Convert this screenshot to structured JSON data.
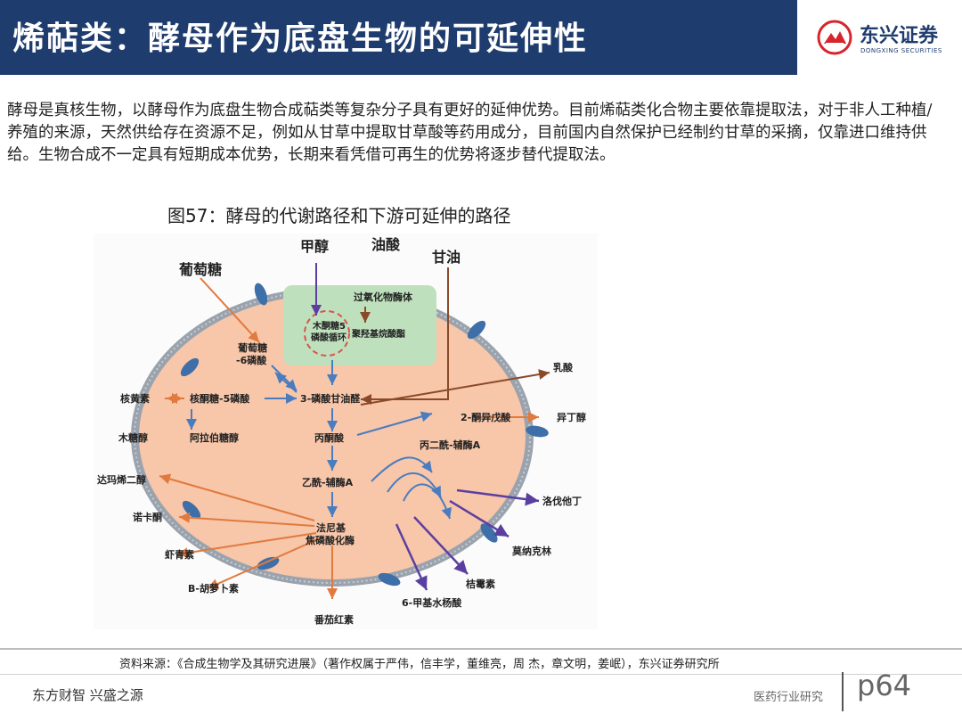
{
  "header": {
    "title": "烯萜类：酵母作为底盘生物的可延伸性"
  },
  "logo": {
    "name_cn": "东兴证券",
    "name_en": "DONGXING SECURITIES",
    "icon": "dongxing-logo-icon"
  },
  "body": {
    "paragraph": "酵母是真核生物，以酵母作为底盘生物合成萜类等复杂分子具有更好的延伸优势。目前烯萜类化合物主要依靠提取法，对于非人工种植/养殖的来源，天然供给存在资源不足，例如从甘草中提取甘草酸等药用成分，目前国内自然保护已经制约甘草的采摘，仅靠进口维持供给。生物合成不一定具有短期成本优势，长期来看凭借可再生的优势将逐步替代提取法。"
  },
  "figure": {
    "caption": "图57：酵母的代谢路径和下游可延伸的路径",
    "labels": {
      "methanol": "甲醇",
      "oleic_acid": "油酸",
      "glycerol": "甘油",
      "glucose": "葡萄糖",
      "peroxisome": "过氧化物酶体",
      "xylulose_cycle_1": "木酮糖5",
      "xylulose_cycle_2": "磷酸循环",
      "pha": "聚羟基烷酸酯",
      "g6p_1": "葡萄糖",
      "g6p_2": "-6磷酸",
      "lactic_acid": "乳酸",
      "riboflavin": "核黄素",
      "ribulose_5p": "核酮糖-5磷酸",
      "g3p": "3-磷酸甘油醛",
      "ketoisovalerate": "2-酮异戊酸",
      "isobutanol": "异丁醇",
      "xylitol": "木糖醇",
      "arabitol": "阿拉伯糖醇",
      "pyruvate": "丙酮酸",
      "malonyl_coa": "丙二酰-辅酶A",
      "astaxanthin_diol": "达玛烯二醇",
      "acetyl_coa": "乙酰-辅酶A",
      "lovastatin": "洛伐他丁",
      "nootkatone": "诺卡酮",
      "fpp_1": "法尼基",
      "fpp_2": "焦磷酸化酶",
      "monacolin": "莫纳克林",
      "astaxanthin": "虾青素",
      "citrinin": "桔霉素",
      "beta_carotene": "B-胡萝卜素",
      "msa": "6-甲基水杨酸",
      "lycopene": "番茄红素"
    }
  },
  "source": {
    "text": "资料来源：《合成生物学及其研究进展》（著作权属于严伟，信丰学，董维亮，周 杰，章文明，姜岷），东兴证券研究所"
  },
  "footer": {
    "left": "东方财智 兴盛之源",
    "right": "医药行业研究",
    "page": "p64"
  },
  "colors": {
    "header_bg": "#1f3c6e",
    "cell_fill": "#f8c6a9",
    "membrane": "#9aa3ad",
    "protein": "#3f6fa8",
    "peroxisome": "#bfe0bd",
    "arrow_blue": "#4a7cc0",
    "arrow_orange": "#e07a3e",
    "arrow_purple": "#5b3fa0",
    "arrow_brown": "#8a4a2a",
    "logo_red": "#d7252c"
  }
}
